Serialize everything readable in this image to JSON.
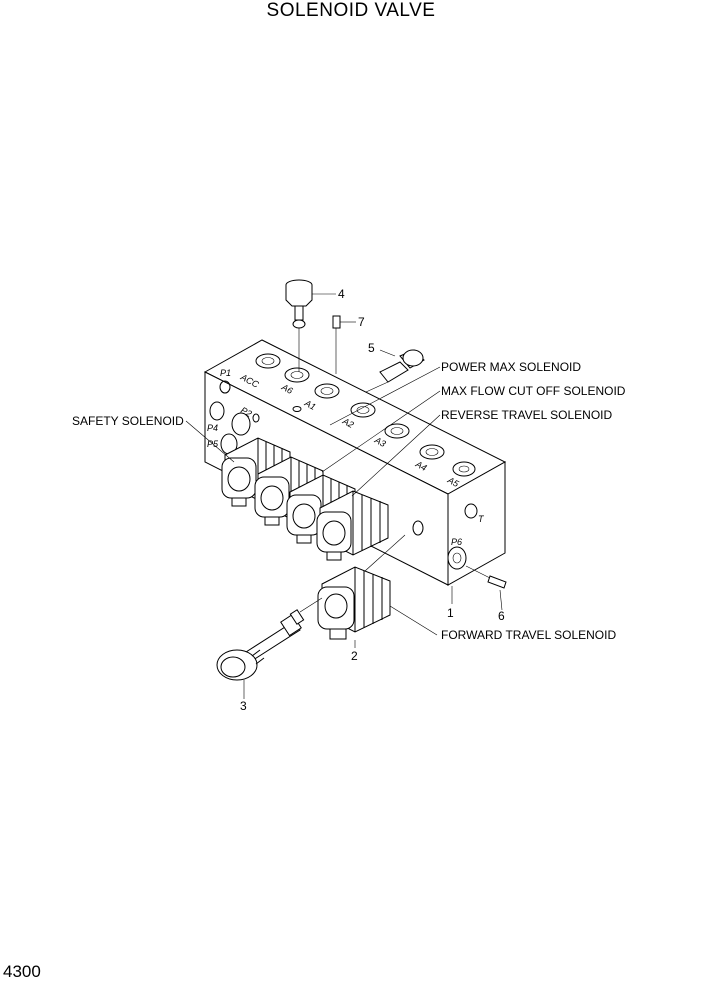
{
  "title": "SOLENOID VALVE",
  "page_number": "4300",
  "callouts": {
    "c1": "1",
    "c2": "2",
    "c3": "3",
    "c4": "4",
    "c5": "5",
    "c6": "6",
    "c7": "7"
  },
  "labels": {
    "power_max": "POWER MAX SOLENOID",
    "max_flow": "MAX FLOW CUT OFF SOLENOID",
    "reverse_travel": "REVERSE TRAVEL SOLENOID",
    "safety": "SAFETY SOLENOID",
    "forward_travel": "FORWARD TRAVEL SOLENOID"
  },
  "ports": {
    "p1": "P1",
    "acc": "ACC",
    "a6": "A6",
    "a1": "A1",
    "a2": "A2",
    "a3": "A3",
    "a4": "A4",
    "a5": "A5",
    "p2": "P2",
    "p4": "P4",
    "p5": "P5",
    "p6": "P6",
    "t": "T"
  }
}
